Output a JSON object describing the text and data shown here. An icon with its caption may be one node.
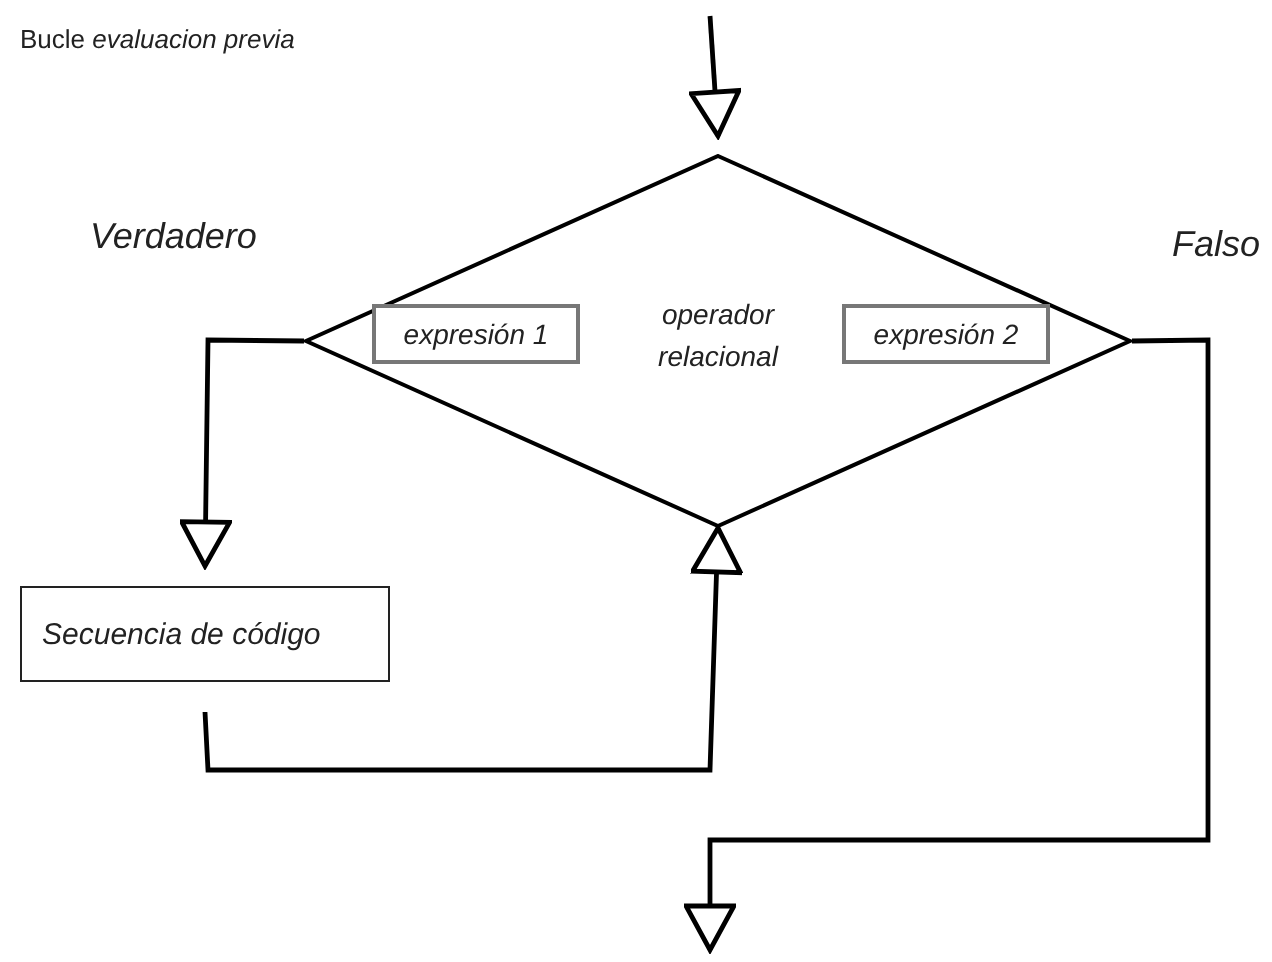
{
  "diagram": {
    "title": "Bucle *evaluacion previa*",
    "nodes": [
      {
        "text": [
          "operador relacional"
        ]
      },
      {
        "text": [
          "expresión 1"
        ],
        "in": 0
      },
      {
        "text": [
          "expresión 2"
        ],
        "in": 0
      },
      {
        "text": [
          "Secuencia de código"
        ]
      }
    ],
    "edges": [
      {
        "from": null,
        "to": 0,
        "arrow": "to"
      },
      {
        "from": 0,
        "to": 3,
        "arrow": "to",
        "label": "Verdadero"
      },
      {
        "from": 3,
        "to": 0,
        "arrow": "to"
      },
      {
        "from": 0,
        "to": null,
        "arrow": "to",
        "label": "Falso"
      }
    ]
  }
}
